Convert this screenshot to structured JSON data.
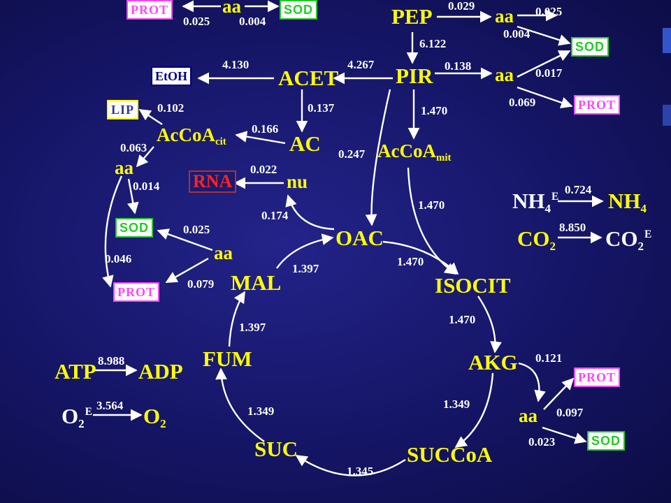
{
  "colors": {
    "background": "#151566",
    "metabolite": "#ffff00",
    "flux_label": "#ffffff",
    "prot_box": "#ff44ff",
    "sod_box": "#22cc22",
    "lip_box_border": "#ffff00",
    "rna_box": "#ff2222"
  },
  "nodes": {
    "pep": "PEP",
    "pir": "PIR",
    "acet": "ACET",
    "ac": "AC",
    "accoa_cit": {
      "base": "AcCoA",
      "sub": "cit"
    },
    "accoa_mit": {
      "base": "AcCoA",
      "sub": "mit"
    },
    "nu": "nu",
    "oac": "OAC",
    "isocit": "ISOCIT",
    "akg": "AKG",
    "succoa": "SUCCoA",
    "suc": "SUC",
    "fum": "FUM",
    "mal": "MAL",
    "aa_top": "aa",
    "aa_pep": "aa",
    "aa_pir": "aa",
    "aa_left": "aa",
    "aa_mid": "aa",
    "aa_akg": "aa",
    "nh4e": {
      "base": "NH",
      "sub": "4",
      "sup": "E"
    },
    "nh4": {
      "base": "NH",
      "sub": "4"
    },
    "co2": {
      "base": "CO",
      "sub": "2"
    },
    "co2e": {
      "base": "CO",
      "sub": "2",
      "sup": "E"
    },
    "atp": "ATP",
    "adp": "ADP",
    "o2e": {
      "base": "O",
      "sub": "2",
      "sup": "E"
    },
    "o2": {
      "base": "O",
      "sub": "2"
    }
  },
  "boxes": {
    "prot_top": "PROT",
    "sod_top": "SOD",
    "sod_right": "SOD",
    "prot_right": "PROT",
    "etoh": "EtOH",
    "lip": "LIP",
    "rna": "RNA",
    "sod_left": "SOD",
    "prot_left": "PROT",
    "prot_akg": "PROT",
    "sod_akg": "SOD"
  },
  "fluxes": {
    "aa_to_prot_top": "0.025",
    "aa_to_sod_top": "0.004",
    "pep_to_aa": "0.029",
    "aa_pep_to_right": "0.025",
    "aa_pep_to_sod": "0.004",
    "pep_to_pir": "6.122",
    "pir_to_aa": "0.138",
    "aa_pir_to_sod": "0.017",
    "aa_pir_to_prot": "0.069",
    "acet_to_etoh": "4.130",
    "pir_to_acet": "4.267",
    "accoa_to_lip": "0.102",
    "acet_to_ac": "0.137",
    "ac_to_accoa": "0.166",
    "pir_to_accoa_mit": "1.470",
    "accoa_to_aa": "0.063",
    "pir_to_oac": "0.247",
    "nu_to_rna": "0.022",
    "aa_to_sod_left": "0.014",
    "accoa_mit_to_isocit": "1.470",
    "oac_to_nu": "0.174",
    "aa_mid_to_sod": "0.025",
    "aa_to_prot_left": "0.046",
    "aa_mid_to_prot": "0.079",
    "mal_to_oac": "1.397",
    "oac_to_isocit": "1.470",
    "fum_to_mal": "1.397",
    "isocit_to_akg": "1.470",
    "akg_to_aa": "0.121",
    "aa_akg_to_prot": "0.097",
    "aa_akg_to_sod": "0.023",
    "akg_to_succoa": "1.349",
    "suc_to_fum": "1.349",
    "succoa_to_suc": "1.345",
    "nh4e_to_nh4": "0.724",
    "co2_to_co2e": "8.850",
    "atp_to_adp": "8.988",
    "o2e_to_o2": "3.564"
  }
}
